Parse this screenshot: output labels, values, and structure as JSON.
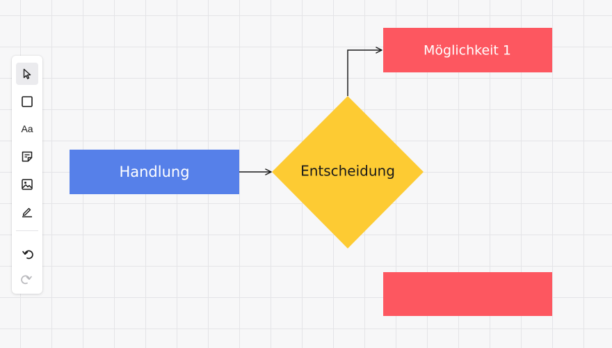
{
  "canvas": {
    "background": "#f7f7f8",
    "grid_color": "#e4e4e7"
  },
  "toolbar": {
    "tools": [
      {
        "name": "select",
        "icon": "cursor-icon",
        "active": true
      },
      {
        "name": "shape",
        "icon": "square-icon",
        "active": false
      },
      {
        "name": "text",
        "icon": "text-icon",
        "label": "Aa",
        "active": false
      },
      {
        "name": "sticky-note",
        "icon": "sticky-note-icon",
        "active": false
      },
      {
        "name": "image",
        "icon": "image-icon",
        "active": false
      },
      {
        "name": "pen",
        "icon": "pen-icon",
        "active": false
      },
      {
        "name": "undo",
        "icon": "undo-icon",
        "active": false
      },
      {
        "name": "redo",
        "icon": "redo-icon",
        "active": false,
        "disabled": true
      }
    ]
  },
  "diagram": {
    "nodes": [
      {
        "id": "action",
        "label": "Handlung",
        "shape": "rectangle",
        "fill": "#5680e9",
        "text_color": "#ffffff"
      },
      {
        "id": "decision",
        "label": "Entscheidung",
        "shape": "diamond",
        "fill": "#fdcb33",
        "text_color": "#1a1a1a"
      },
      {
        "id": "option1",
        "label": "Möglichkeit 1",
        "shape": "rectangle",
        "fill": "#fd5760",
        "text_color": "#ffffff"
      },
      {
        "id": "option2",
        "label": "",
        "shape": "rectangle",
        "fill": "#fd5760",
        "text_color": "#ffffff"
      }
    ],
    "edges": [
      {
        "from": "action",
        "to": "decision"
      },
      {
        "from": "decision",
        "to": "option1"
      }
    ]
  }
}
